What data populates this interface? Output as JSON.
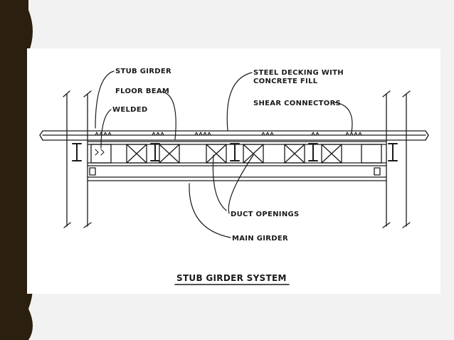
{
  "slide": {
    "edge_color": "#2b1f0f",
    "background_color": "#f2f2f2",
    "panel_color": "#ffffff"
  },
  "diagram": {
    "title": "STUB GIRDER SYSTEM",
    "labels": {
      "stub_girder": "STUB GIRDER",
      "floor_beam": "FLOOR BEAM",
      "welded": "WELDED",
      "steel_decking_line1": "STEEL DECKING WITH",
      "steel_decking_line2": "CONCRETE FILL",
      "shear_connectors": "SHEAR CONNECTORS",
      "duct_openings": "DUCT OPENINGS",
      "main_girder": "MAIN GIRDER"
    }
  }
}
